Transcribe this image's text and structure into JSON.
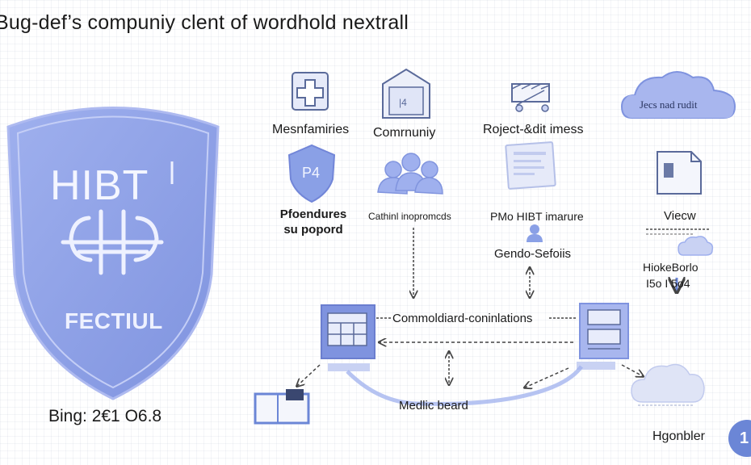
{
  "title": "Bug-def’s compuniy clent of wordhold nextrall",
  "shield": {
    "top_text": "HIBT",
    "bottom_text": "FECTIUL",
    "color": "#8fa2e6"
  },
  "footer_left": "Bing: 2€1 O6.8",
  "nodes": {
    "medical": {
      "icon": "medical-cross-icon",
      "label": "Mesnfamiries"
    },
    "community": {
      "icon": "building-icon",
      "label": "Comrnuniy"
    },
    "project": {
      "icon": "project-board-icon",
      "label": "Roject-&dit imess"
    },
    "cloud_top": {
      "icon": "cloud-icon",
      "label": "Jecs nad rudit"
    },
    "procedures": {
      "icon": "p4-shield-icon",
      "badge": "P4",
      "label_line1": "Pfoendures",
      "label_line2": "su popord"
    },
    "people": {
      "icon": "people-group-icon",
      "label": "Cathinl inopromcds"
    },
    "document_center": {
      "icon": "document-icon",
      "label": "PMo HIBT imarure"
    },
    "view": {
      "icon": "file-icon",
      "label": "Viecw"
    },
    "gender": {
      "icon": "user-icon",
      "label": "Gendo-Sefoiis"
    },
    "hicke": {
      "icon": "cloud-small-icon",
      "label_line1": "HiokeBorlo",
      "label_line2": "I5o I  5o4"
    },
    "commonland": {
      "label": "Commoldiard-coninlations"
    },
    "medic_beard": {
      "label": "Medlic beard"
    },
    "hgonbler": {
      "label": "Hgonbler"
    }
  },
  "page_badge": "1",
  "colors": {
    "accent": "#6b86d6",
    "icon_fill": "#c9d2f3",
    "icon_stroke": "#5a6a9a",
    "arrow": "#444444"
  }
}
